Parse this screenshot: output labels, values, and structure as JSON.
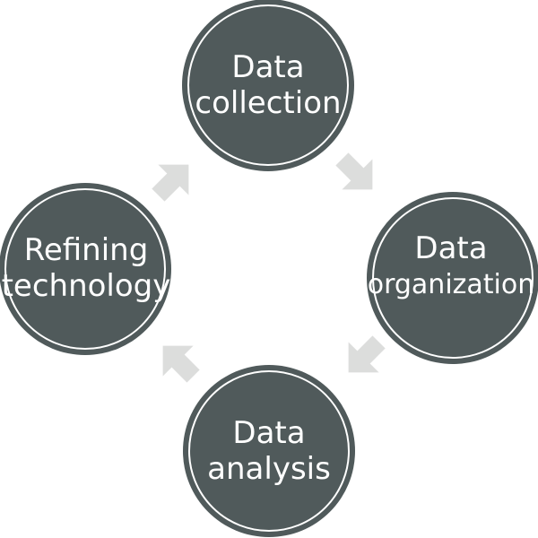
{
  "diagram": {
    "type": "cycle",
    "colors": {
      "node_fill": "#505a5b",
      "node_ring": "#ffffff",
      "arrow_fill": "#dcdddc",
      "text": "#ffffff"
    },
    "nodes": [
      {
        "id": "collection",
        "line1": "Data",
        "line2": "collection"
      },
      {
        "id": "organization",
        "line1": "Data",
        "line2": "organization"
      },
      {
        "id": "analysis",
        "line1": "Data",
        "line2": "analysis"
      },
      {
        "id": "refining",
        "line1": "Refining",
        "line2": "technology"
      }
    ],
    "arrows": [
      {
        "from": "collection",
        "to": "organization",
        "direction": "down-right"
      },
      {
        "from": "organization",
        "to": "analysis",
        "direction": "down-left"
      },
      {
        "from": "analysis",
        "to": "refining",
        "direction": "up-left"
      },
      {
        "from": "refining",
        "to": "collection",
        "direction": "up-right"
      }
    ]
  }
}
